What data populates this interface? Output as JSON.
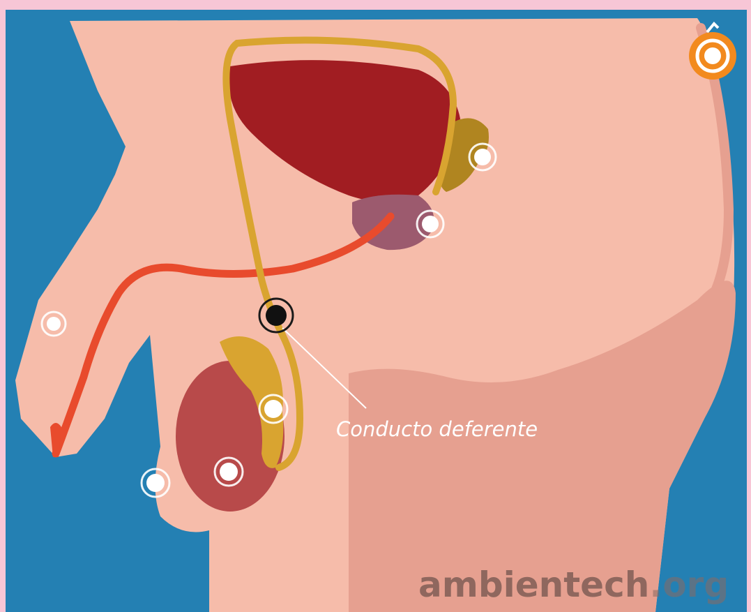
{
  "label": "Conducto deferente",
  "watermark": {
    "main": "ambientech",
    "tld": ".org"
  },
  "colors": {
    "background": "#2480b3",
    "skin": "#f6bcaa",
    "skin_shadow": "#e6a090",
    "bladder": "#a11d22",
    "prostate": "#9c5a6e",
    "vas_deferens": "#d9a430",
    "urethra": "#e84b2d",
    "testis": "#b84a4a",
    "reset_button": "#f28a1e"
  },
  "icons": {
    "reset": "reset-icon",
    "hotspot": "hotspot-marker"
  }
}
